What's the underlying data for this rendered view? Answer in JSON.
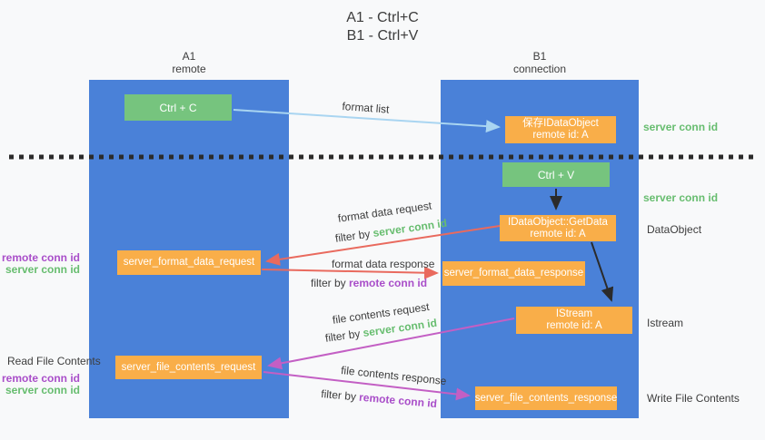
{
  "title": {
    "line1": "A1 - Ctrl+C",
    "line2": "B1 - Ctrl+V"
  },
  "lanes": {
    "left": {
      "id": "A1",
      "name": "remote"
    },
    "right": {
      "id": "B1",
      "name": "connection"
    }
  },
  "nodes": {
    "ctrl_c": {
      "label": "Ctrl + C"
    },
    "save_idataobject": {
      "line1": "保存IDataObject",
      "line2": "remote id: A"
    },
    "ctrl_v": {
      "label": "Ctrl + V"
    },
    "idataobject_getdata": {
      "line1": "IDataObject::GetData",
      "line2": "remote id: A"
    },
    "server_format_data_request": {
      "label": "server_format_data_request"
    },
    "server_format_data_response": {
      "label": "server_format_data_response"
    },
    "istream": {
      "line1": "IStream",
      "line2": "remote id: A"
    },
    "server_file_contents_request": {
      "label": "server_file_contents_request"
    },
    "server_file_contents_response": {
      "label": "server_file_contents_response"
    }
  },
  "right_labels": {
    "server_conn_id_top": "server conn id",
    "server_conn_id_mid": "server conn id",
    "dataobject": "DataObject",
    "istream": "Istream",
    "write_file_contents": "Write File Contents"
  },
  "left_labels": {
    "format_remote_conn_id": "remote conn id",
    "format_server_conn_id": "server conn id",
    "read_file_contents": "Read File Contents",
    "file_remote_conn_id": "remote conn id",
    "file_server_conn_id": "server conn id"
  },
  "arrow_labels": {
    "format_list": "format list",
    "format_data_request": "format data request",
    "format_data_request_filter_prefix": "filter by ",
    "format_data_request_filter_key": "server conn id",
    "format_data_response": "format data response",
    "format_data_response_filter_prefix": "filter by ",
    "format_data_response_filter_key": "remote conn id",
    "file_contents_request": "file contents request",
    "file_contents_request_filter_prefix": "filter by ",
    "file_contents_request_filter_key": "server conn id",
    "file_contents_response": "file contents response",
    "file_contents_response_filter_prefix": "filter by ",
    "file_contents_response_filter_key": "remote conn id"
  },
  "colors": {
    "lane_blue": "#4a81d8",
    "box_green": "#76c47e",
    "box_orange": "#f9ae49",
    "arrow_blue": "#a9d5f1",
    "arrow_red": "#e96a5e",
    "arrow_purple": "#c35fc4",
    "arrow_black": "#2b2b2b",
    "text_green": "#67bd6f",
    "text_purple": "#a94ec9",
    "text_dark": "#3d3d3d",
    "background": "#f8f9fa"
  }
}
